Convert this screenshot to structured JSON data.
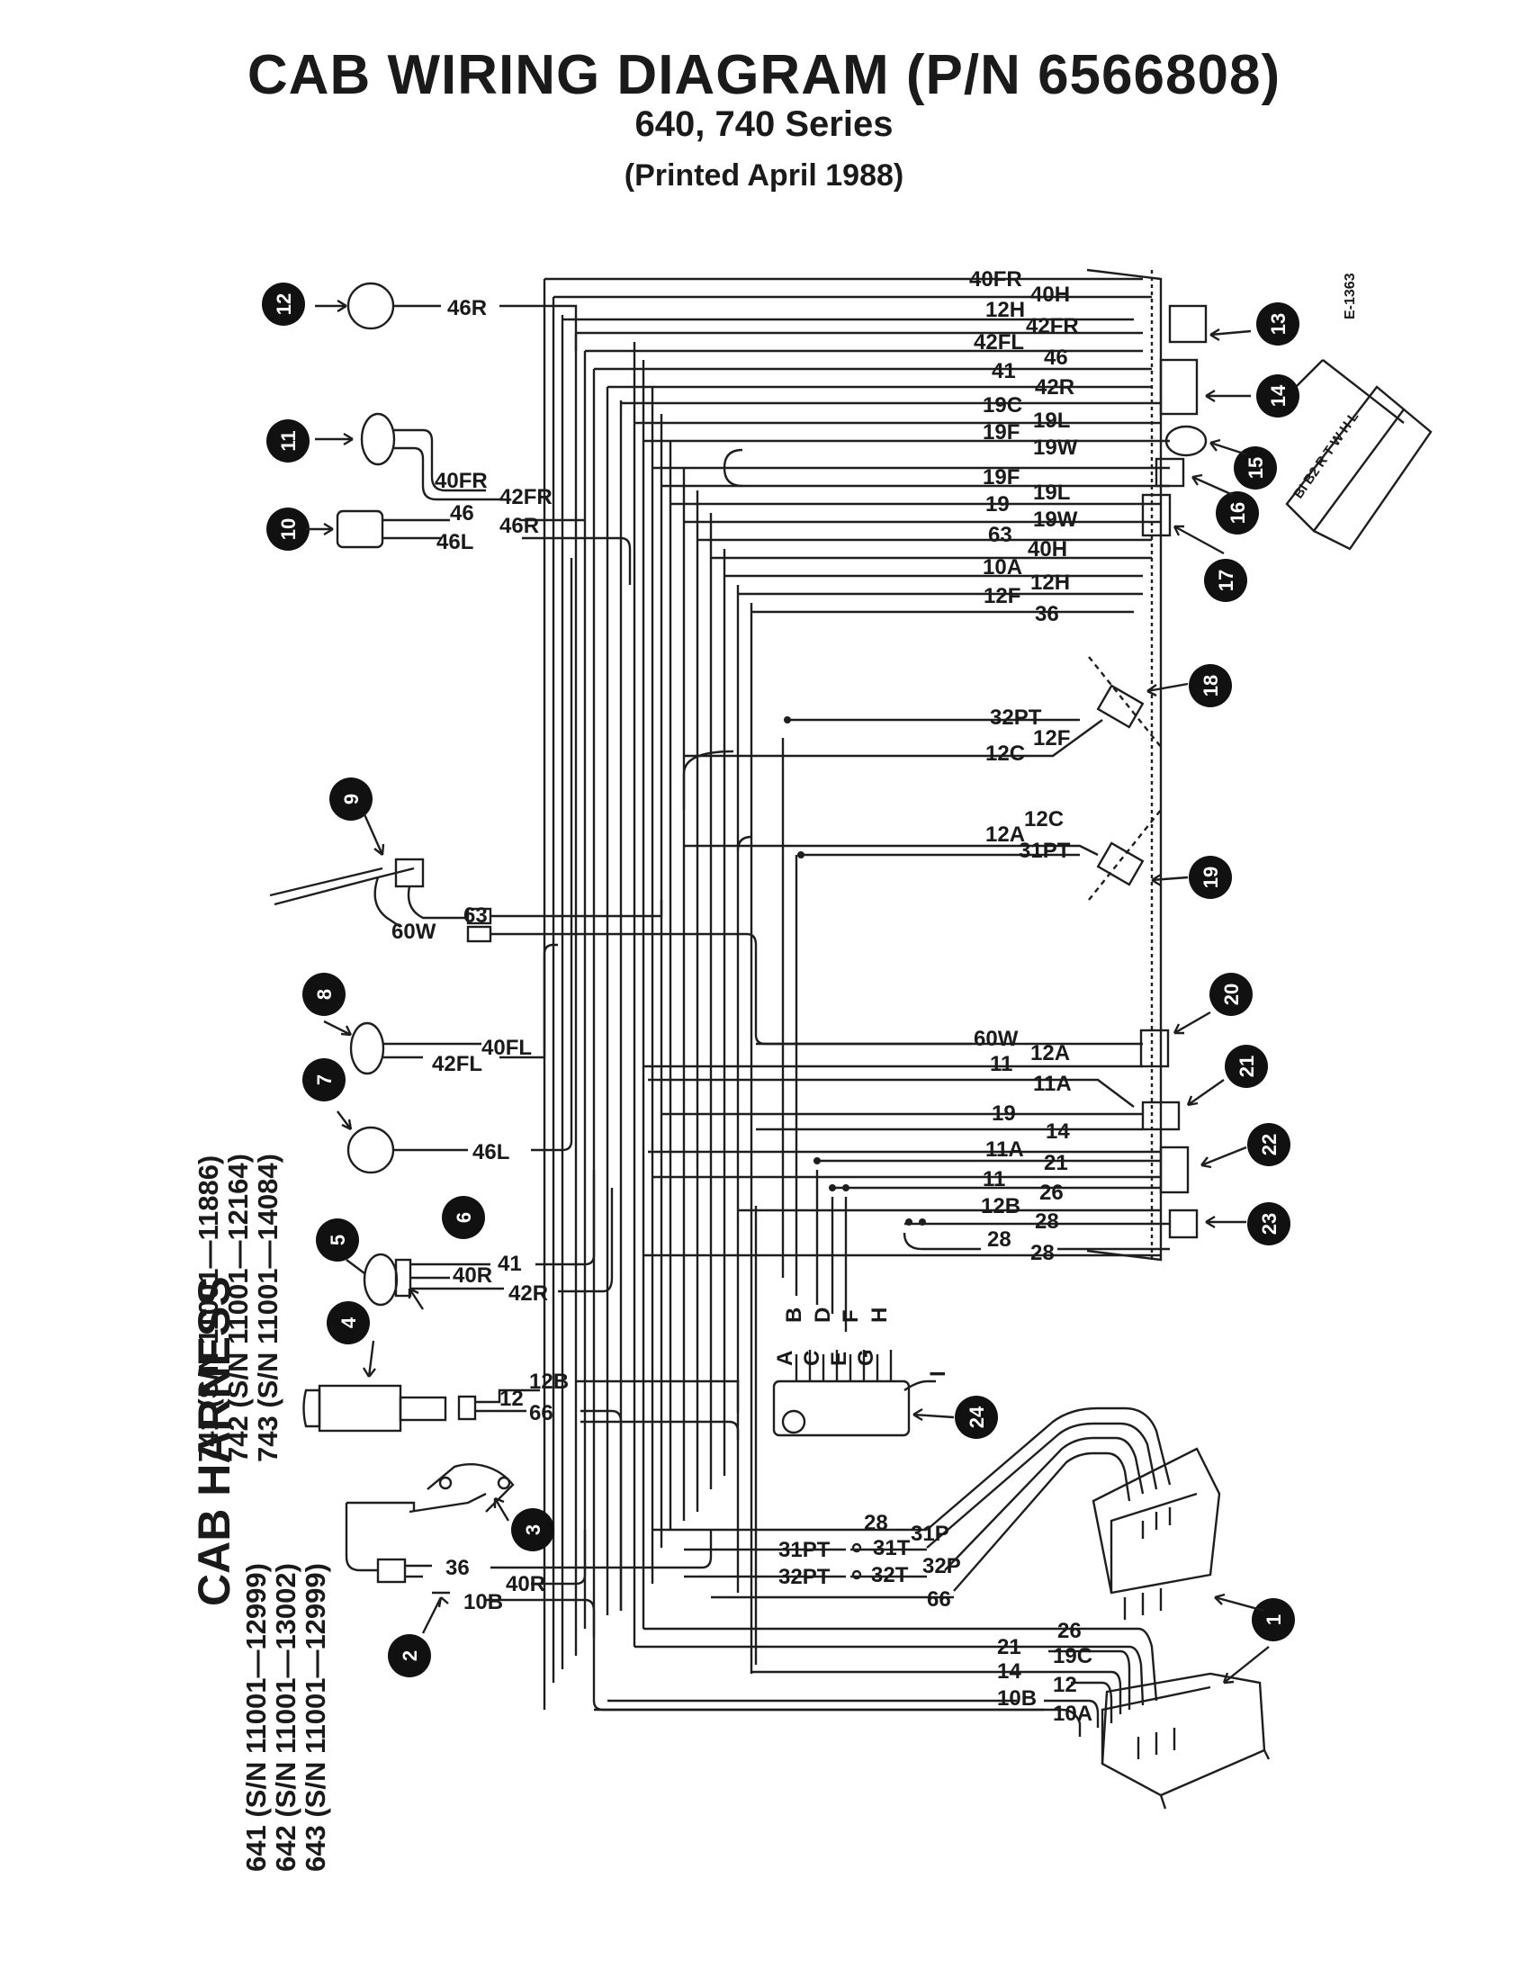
{
  "header": {
    "title": "CAB WIRING DIAGRAM (P/N 6566808)",
    "subtitle": "640, 740 Series",
    "printed": "(Printed April 1988)"
  },
  "figure_code": "E-1363",
  "harness": {
    "title": "CAB HARNESS",
    "models_6xx": [
      "641 (S/N 11001—12999)",
      "642 (S/N 11001—13002)",
      "643 (S/N 11001—12999)"
    ],
    "models_7xx": [
      "741 (S/N 11001—11886)",
      "742 (S/N 11001—12164)",
      "743 (S/N 11001—14084)"
    ]
  },
  "callouts": [
    "1",
    "2",
    "3",
    "4",
    "5",
    "6",
    "7",
    "8",
    "9",
    "10",
    "11",
    "12",
    "13",
    "14",
    "15",
    "16",
    "17",
    "18",
    "19",
    "20",
    "21",
    "22",
    "23",
    "24"
  ],
  "switch_letters": [
    "A",
    "B",
    "C",
    "D",
    "E",
    "F",
    "G",
    "H"
  ],
  "switch_terminal": "I",
  "rocker_labels": "BI B2 R T W H L",
  "wire_labels": {
    "top_right": [
      "40FR",
      "40H",
      "12H",
      "42FR",
      "42FL",
      "46",
      "41",
      "42R",
      "19C",
      "19L",
      "19F",
      "19W",
      "19F",
      "19L",
      "19",
      "19W",
      "63",
      "40H",
      "10A",
      "12H",
      "12F",
      "36"
    ],
    "left_lamps": [
      "46R",
      "40FR",
      "42FR",
      "46",
      "46R",
      "46L"
    ],
    "switch18": [
      "32PT",
      "12F",
      "12C"
    ],
    "switch19": [
      "12C",
      "12A",
      "31PT"
    ],
    "wiper": [
      "63",
      "60W"
    ],
    "lamp8": [
      "40FL",
      "42FL"
    ],
    "lamp7": [
      "46L"
    ],
    "lower_right": [
      "60W",
      "12A",
      "11",
      "11A",
      "19",
      "14",
      "11A",
      "21",
      "11",
      "26",
      "12B",
      "28",
      "28",
      "28"
    ],
    "lamp5": [
      "41",
      "40R",
      "42R"
    ],
    "lamp4": [
      "12B",
      "12",
      "66"
    ],
    "connector1_top": [
      "28",
      "31PT",
      "31T",
      "31P",
      "32PT",
      "32T",
      "32P",
      "66"
    ],
    "wiper3": [
      "36",
      "40R",
      "10B"
    ],
    "connector1_bottom": [
      "26",
      "21",
      "19C",
      "14",
      "12",
      "10B",
      "10A"
    ]
  }
}
